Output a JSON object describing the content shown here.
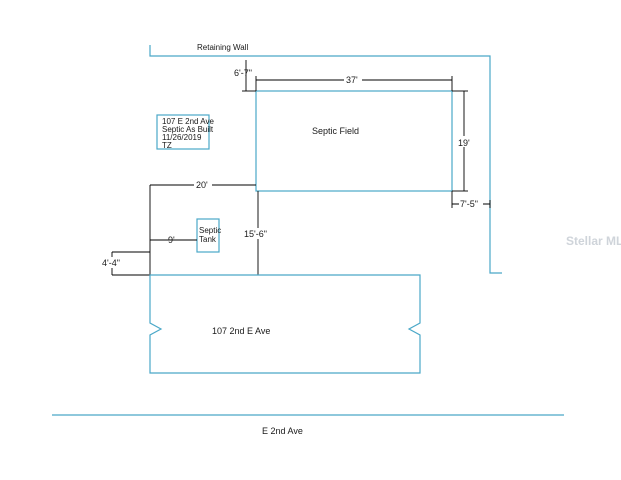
{
  "labels": {
    "retaining_wall": "Retaining Wall",
    "septic_field": "Septic Field",
    "septic_tank_line1": "Septic",
    "septic_tank_line2": "Tank",
    "house": "107 2nd E Ave",
    "street": "E 2nd Ave"
  },
  "info_box": {
    "line1": "107 E 2nd Ave",
    "line2": "Septic As Built",
    "line3": "11/26/2019",
    "line4": "TZ"
  },
  "dimensions": {
    "wall_to_field": "6'-7\"",
    "field_length": "37'",
    "field_width": "19'",
    "field_to_wall_east": "7'-5\"",
    "house_to_field": "20'",
    "tank_to_house_side": "9'",
    "house_to_field_vertical": "15'-6\"",
    "tank_offset": "4'-4\""
  },
  "watermark": {
    "text": "Stellar MLS",
    "color": "#cfd4da"
  },
  "colors": {
    "line": "#4aa8c8",
    "dimension": "#000000"
  }
}
